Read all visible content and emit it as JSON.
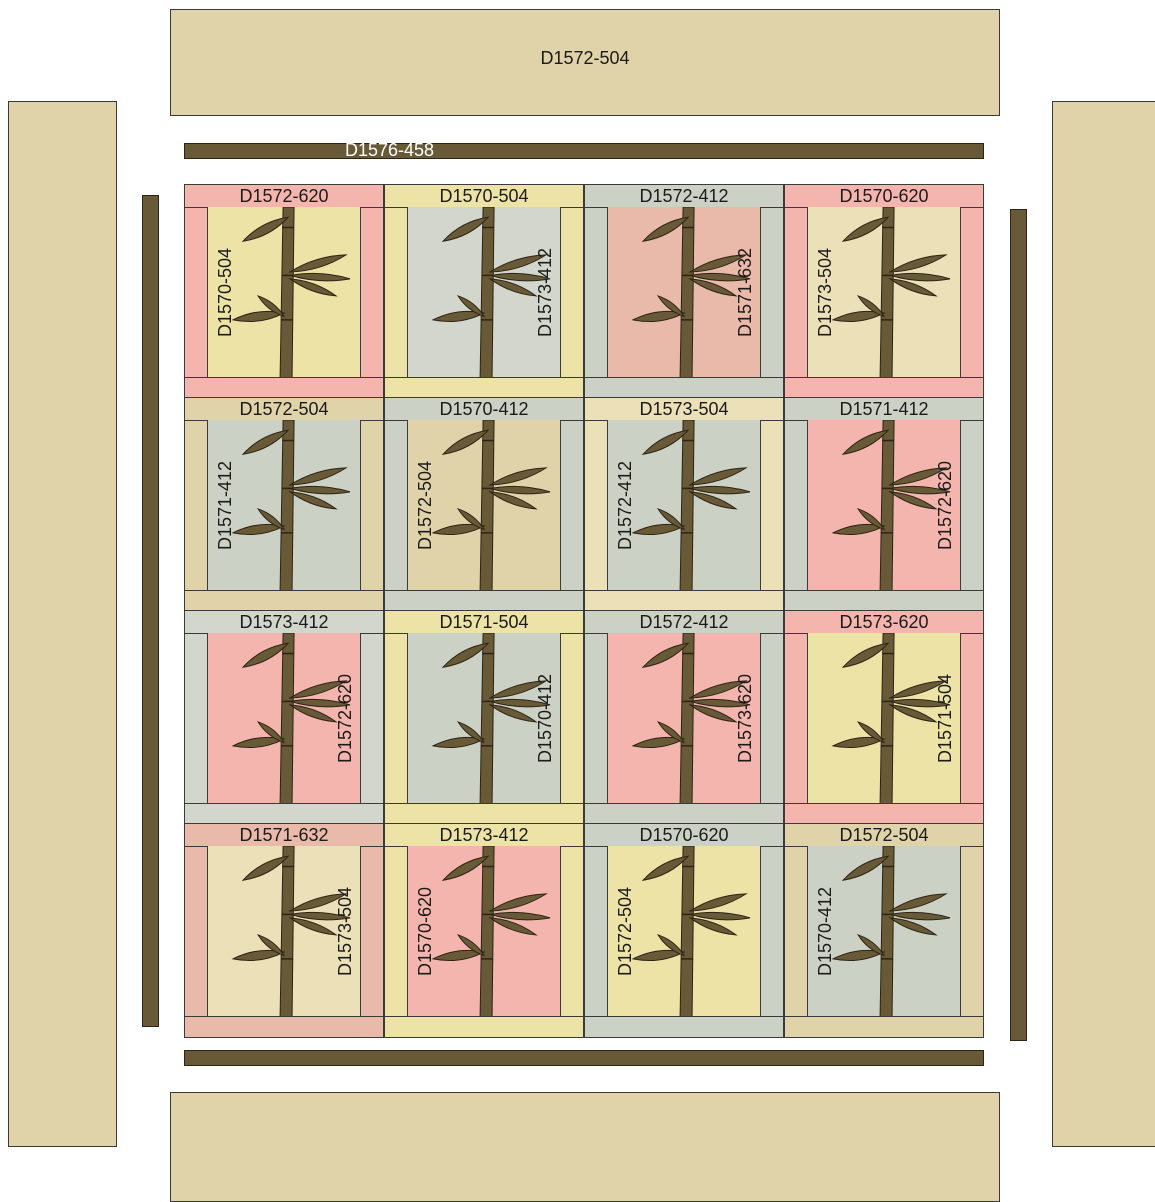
{
  "colors": {
    "p620": "#f4b5ae",
    "p504": "#ede3a6",
    "p412": "#ccd1c6",
    "p632": "#e9b9a9",
    "tan": "#e0d3a9",
    "cream": "#ece0b8",
    "gray": "#d3d6cc",
    "stalk": "#685937",
    "outline": "#2d2416"
  },
  "borders": {
    "top_label": "D1572-504",
    "sash_label": "D1576-458"
  },
  "blocks": [
    {
      "top": "D1572-620",
      "side": "D1570-504",
      "side_pos": "left",
      "frame": "p620",
      "center": "p504"
    },
    {
      "top": "D1570-504",
      "side": "D1573-412",
      "side_pos": "right",
      "frame": "p504",
      "center": "gray"
    },
    {
      "top": "D1572-412",
      "side": "D1571-632",
      "side_pos": "right",
      "frame": "p412",
      "center": "p632"
    },
    {
      "top": "D1570-620",
      "side": "D1573-504",
      "side_pos": "left",
      "frame": "p620",
      "center": "cream"
    },
    {
      "top": "D1572-504",
      "side": "D1571-412",
      "side_pos": "left",
      "frame": "tan",
      "center": "p412"
    },
    {
      "top": "D1570-412",
      "side": "D1572-504",
      "side_pos": "left",
      "frame": "p412",
      "center": "tan"
    },
    {
      "top": "D1573-504",
      "side": "D1572-412",
      "side_pos": "left",
      "frame": "cream",
      "center": "p412"
    },
    {
      "top": "D1571-412",
      "side": "D1572-620",
      "side_pos": "right",
      "frame": "p412",
      "center": "p620"
    },
    {
      "top": "D1573-412",
      "side": "D1572-620",
      "side_pos": "right",
      "frame": "gray",
      "center": "p620"
    },
    {
      "top": "D1571-504",
      "side": "D1570-412",
      "side_pos": "right",
      "frame": "p504",
      "center": "p412"
    },
    {
      "top": "D1572-412",
      "side": "D1573-620",
      "side_pos": "right",
      "frame": "p412",
      "center": "p620"
    },
    {
      "top": "D1573-620",
      "side": "D1571-504",
      "side_pos": "right",
      "frame": "p620",
      "center": "p504"
    },
    {
      "top": "D1571-632",
      "side": "D1573-504",
      "side_pos": "right",
      "frame": "p632",
      "center": "cream"
    },
    {
      "top": "D1573-412",
      "side": "D1570-620",
      "side_pos": "left",
      "frame": "p504",
      "center": "p620"
    },
    {
      "top": "D1570-620",
      "side": "D1572-504",
      "side_pos": "left",
      "frame": "p412",
      "center": "p504"
    },
    {
      "top": "D1572-504",
      "side": "D1570-412",
      "side_pos": "left",
      "frame": "tan",
      "center": "p412"
    }
  ]
}
